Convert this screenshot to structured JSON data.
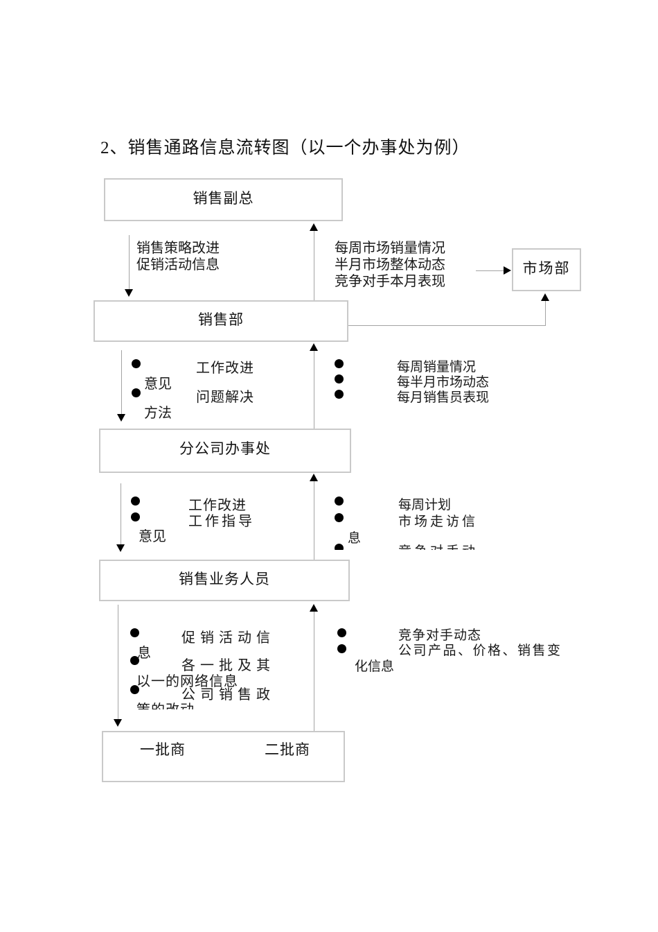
{
  "title": "2、销售通路信息流转图（以一个办事处为例）",
  "boxes": {
    "vp": "销售副总",
    "sales": "销售部",
    "market": "市场部",
    "branch": "分公司办事处",
    "staff": "销售业务人员",
    "dist_first": "一批商",
    "dist_second": "二批商"
  },
  "annotations": {
    "vp_down": {
      "line1": "销售策略改进",
      "line2": "促销活动信息"
    },
    "vp_up": {
      "line1": "每周市场销量情况",
      "line2": "半月市场整体动态",
      "line3": "竞争对手本月表现"
    },
    "sales_down": {
      "item1": "工作改进",
      "item1_wrap": "意见",
      "item2": "问题解决",
      "item2_wrap": "方法"
    },
    "sales_up": {
      "item1": "每周销量情况",
      "item2": "每半月市场动态",
      "item3": "每月销售员表现"
    },
    "branch_down": {
      "item1": "工作改进",
      "item2": "工作指导",
      "item2_wrap": "意见"
    },
    "branch_up": {
      "item1": "每周计划",
      "item2": "市场走访信",
      "item2_wrap": "息",
      "item3": "竞争对手动"
    },
    "staff_down": {
      "item1": "促销活动信",
      "item1_wrap": "息",
      "item2": "各一批及其",
      "item2_wrap": "以一的网络信息",
      "item3": "公司销售政",
      "item3_wrap": "策的改动"
    },
    "staff_up": {
      "item1": "竞争对手动态",
      "item2": "公司产品、价格、销售变",
      "item2_wrap": "化信息"
    }
  },
  "colors": {
    "box_border": "#c9c9c9",
    "connector": "#a3a3a3",
    "text": "#161616"
  }
}
